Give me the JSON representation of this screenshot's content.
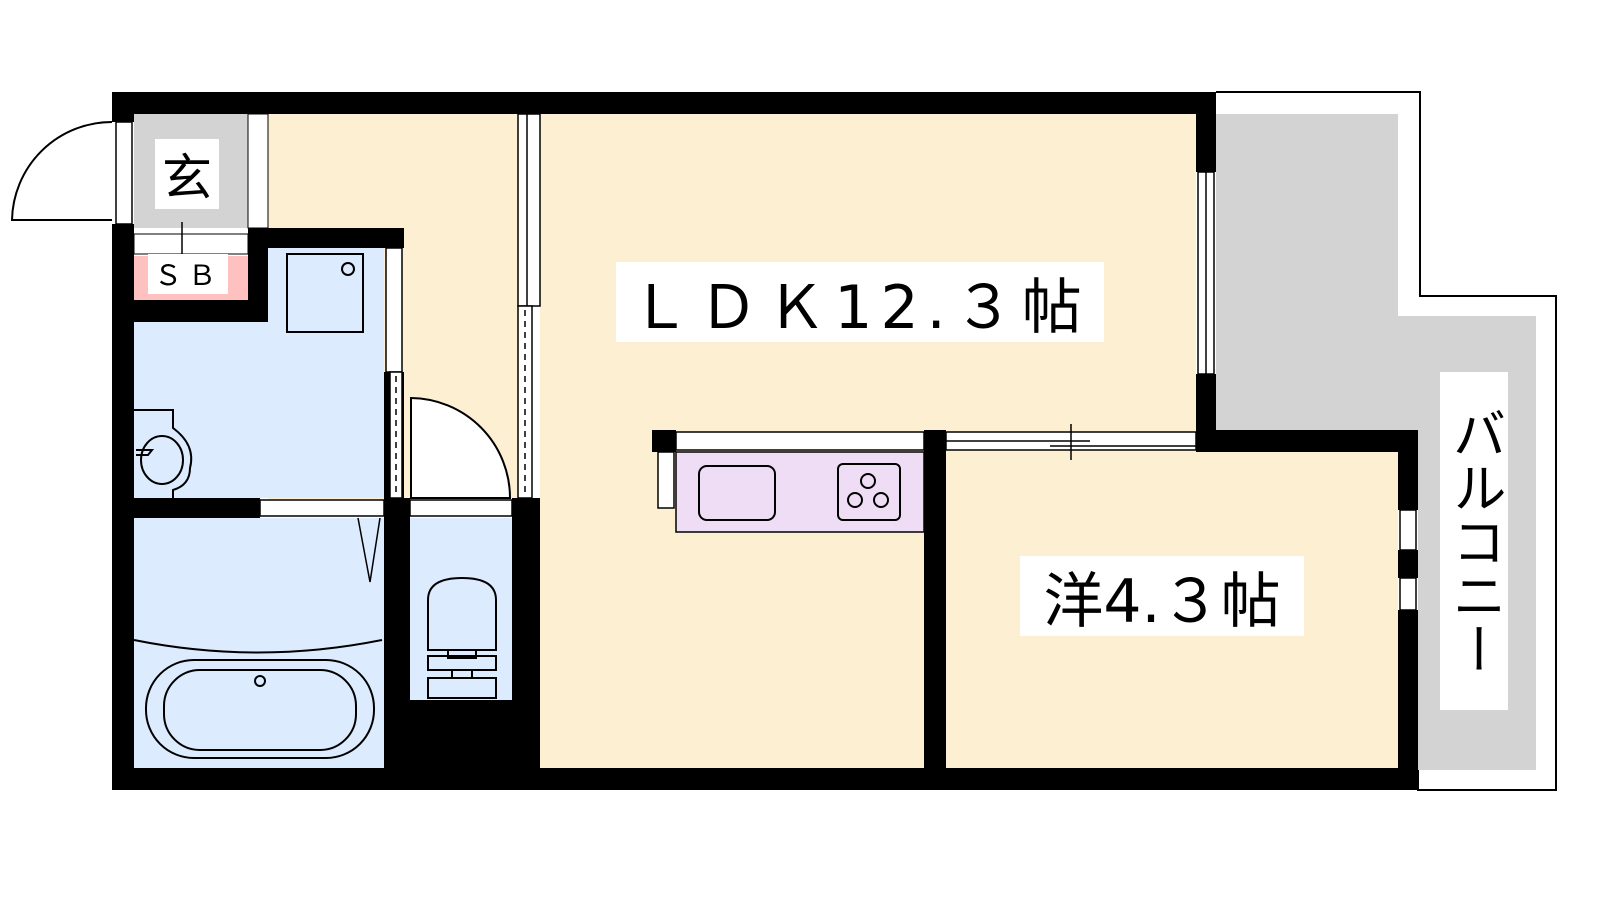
{
  "rooms": {
    "ldk": "ＬＤＫ12.３帖",
    "western": "洋4.３帖",
    "entrance": "玄",
    "shoe_box": "ＳＢ",
    "balcony": "バルコニー"
  },
  "colors": {
    "living": "#FDF0D2",
    "wet": "#DCEBFD",
    "entrance": "#D3D3D3",
    "shoe_box": "#FFC0C0",
    "kitchen": "#EEDDF4",
    "wall": "#000000"
  }
}
